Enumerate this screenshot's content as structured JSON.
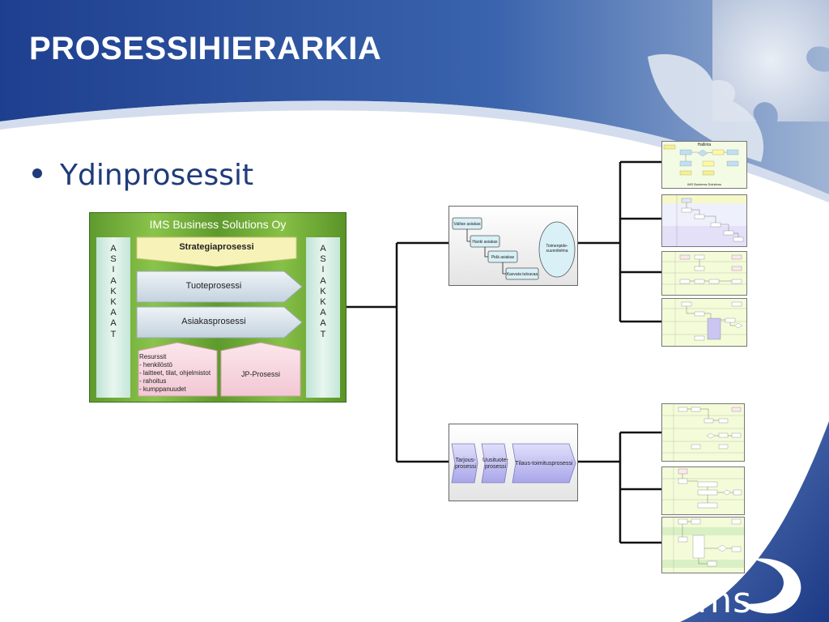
{
  "slide": {
    "title": "PROSESSIHIERARKIA",
    "bullet": "Ydinprosessit",
    "logo_text": "ims"
  },
  "ims_diagram": {
    "company": "IMS Business Solutions Oy",
    "side_label_letters": [
      "A",
      "S",
      "I",
      "A",
      "K",
      "K",
      "A",
      "A",
      "T"
    ],
    "processes": [
      "Strategiaprosessi",
      "Tuoteprosessi",
      "Asiakasprosessi"
    ],
    "resurssit": {
      "heading": "Resurssit",
      "items": [
        "- henkilöstö",
        "- laitteet, tilat, ohjelmistot",
        "- rahoitus",
        "- kumppanuudet"
      ]
    },
    "jp_process": "JP-Prosessi"
  },
  "customer_process": {
    "steps": [
      "Valitse asiakas",
      "Hanki asiakas",
      "Pidä asiakas",
      "Kasvata tuloavaa"
    ],
    "oval": "Toimenpide-\nsuunnitelma"
  },
  "product_process": {
    "steps": [
      "Tarjous-\nprosessi",
      "Uusituote-\nprosessi",
      "Tilaus-toimitusprosessi"
    ]
  },
  "thumbnails": {
    "first_title": "Hallinta",
    "first_footer": "IMS Business Solutions"
  },
  "colors": {
    "title_band": "#2b4f9b",
    "bullet_text": "#1f3b7a",
    "diagram_green": "#6aa835",
    "process_arrow_blue": "#dbe6ef",
    "process_pink": "#f6d6df",
    "strategia_yellow": "#f7f3b8",
    "step_purple": "#c8c6f2"
  }
}
